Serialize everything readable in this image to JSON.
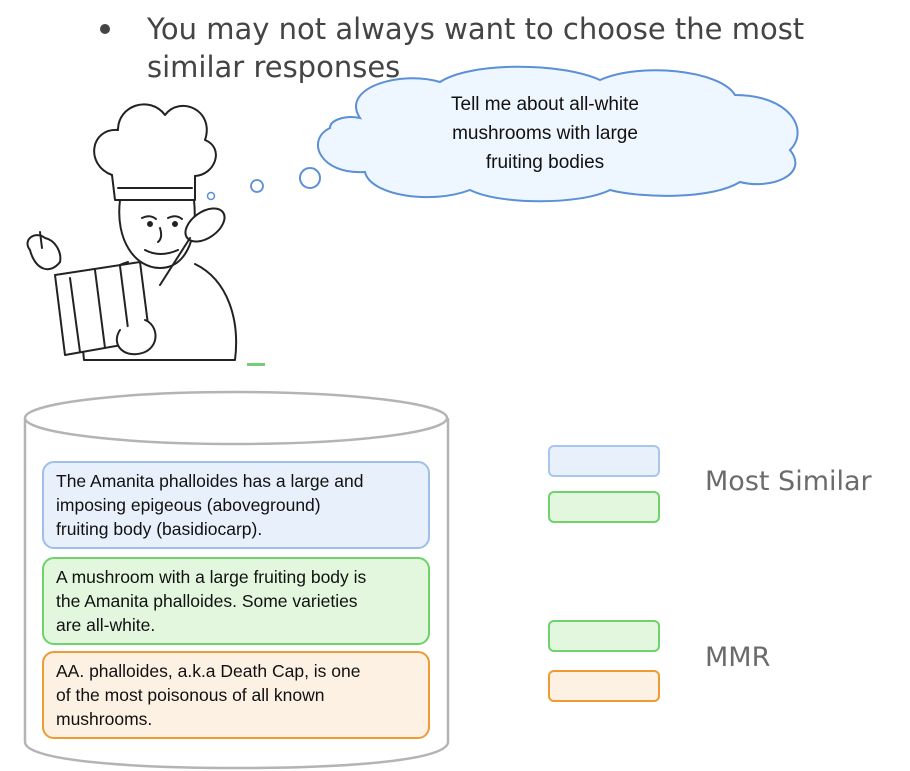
{
  "bullet": {
    "line1": "You may not always want to choose the most",
    "line2": "similar  responses"
  },
  "thought": {
    "line1": "Tell me about all-white",
    "line2": "mushrooms with large",
    "line3": "fruiting bodies"
  },
  "documents": [
    {
      "line1": "The Amanita phalloides has a large and",
      "line2": "imposing epigeous (aboveground)",
      "line3": "fruiting body (basidiocarp).",
      "color": "#9fbfe8"
    },
    {
      "line1": "A mushroom with a large fruiting body is",
      "line2": "the Amanita phalloides. Some varieties",
      "line3": "are all-white.",
      "color": "#6fd26a"
    },
    {
      "line1": "AA. phalloides, a.k.a Death Cap, is one",
      "line2": "of the most poisonous of all known",
      "line3": "mushrooms.",
      "color": "#ef9a32"
    }
  ],
  "legend": {
    "most_similar": "Most Similar",
    "mmr": "MMR"
  },
  "colors": {
    "blue": "#e8f0fb",
    "green": "#e2f7de",
    "orange": "#fdf1e3"
  }
}
